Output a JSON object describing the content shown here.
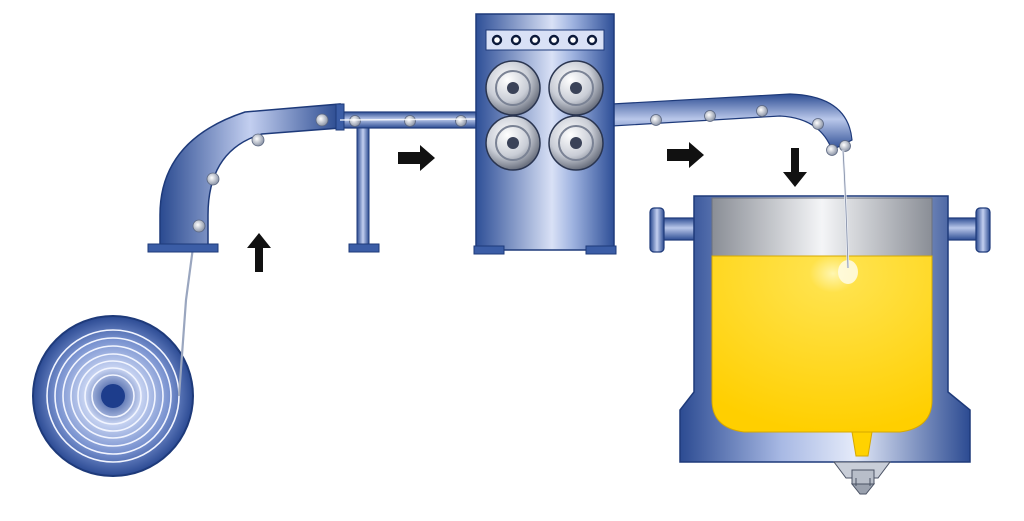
{
  "diagram": {
    "components": [
      {
        "id": "wire-coil",
        "icon": "coil-icon"
      },
      {
        "id": "wire-guide-tube",
        "icon": "guide-tube-icon"
      },
      {
        "id": "wire-feeder",
        "icon": "feeder-rollers-icon"
      },
      {
        "id": "ladle",
        "icon": "ladle-icon"
      },
      {
        "id": "molten-metal",
        "icon": "molten-metal-icon"
      }
    ],
    "flow_arrows": [
      {
        "id": "arrow-up",
        "direction": "up"
      },
      {
        "id": "arrow-right-1",
        "direction": "right"
      },
      {
        "id": "arrow-right-2",
        "direction": "right"
      },
      {
        "id": "arrow-down",
        "direction": "down"
      }
    ],
    "colors": {
      "steel_blue": "#3d5fa8",
      "steel_light": "#c9d4ee",
      "molten_yellow": "#ffd200",
      "arrow": "#111111",
      "background": "#ffffff"
    }
  }
}
